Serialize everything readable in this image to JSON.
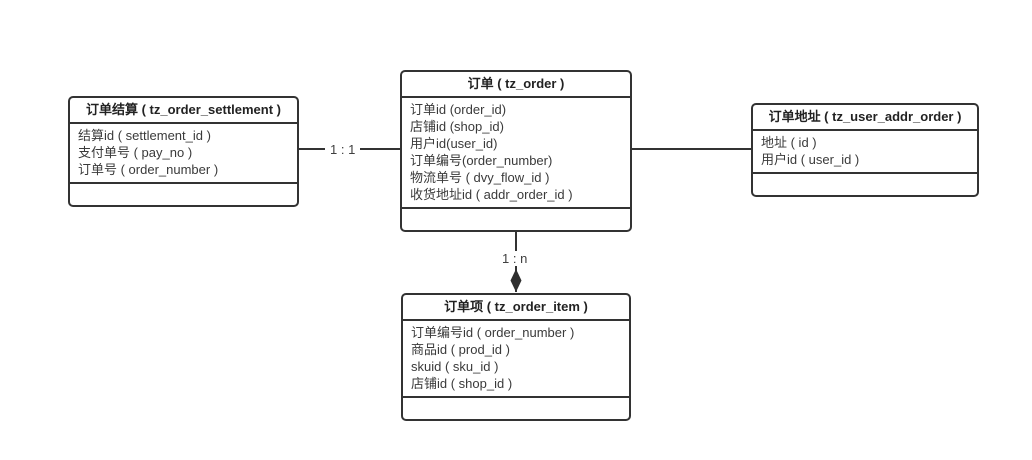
{
  "diagram": {
    "type": "entity-relationship",
    "background_color": "#ffffff",
    "line_color": "#333333",
    "text_color": "#3a3a3a",
    "entities": [
      {
        "id": "tz_order_settlement",
        "title": "订单结算 ( tz_order_settlement )",
        "fields": [
          "结算id ( settlement_id )",
          "支付单号 ( pay_no )",
          "订单号 ( order_number )"
        ]
      },
      {
        "id": "tz_order",
        "title": "订单 ( tz_order )",
        "fields": [
          "订单id (order_id)",
          "店铺id (shop_id)",
          "用户id(user_id)",
          "订单编号(order_number)",
          "物流单号 ( dvy_flow_id )",
          "收货地址id ( addr_order_id )"
        ]
      },
      {
        "id": "tz_user_addr_order",
        "title": "订单地址 ( tz_user_addr_order )",
        "fields": [
          "地址 ( id )",
          "用户id ( user_id )"
        ]
      },
      {
        "id": "tz_order_item",
        "title": "订单项 ( tz_order_item )",
        "fields": [
          "订单编号id ( order_number )",
          "商品id ( prod_id )",
          "skuid ( sku_id )",
          "店铺id ( shop_id )"
        ]
      }
    ],
    "relations": [
      {
        "from": "tz_order_settlement",
        "to": "tz_order",
        "label": "1 : 1",
        "arrow": "none"
      },
      {
        "from": "tz_order",
        "to": "tz_user_addr_order",
        "label": "",
        "arrow": "none"
      },
      {
        "from": "tz_order",
        "to": "tz_order_item",
        "label": "1 : n",
        "arrow": "filled-diamond"
      }
    ]
  }
}
